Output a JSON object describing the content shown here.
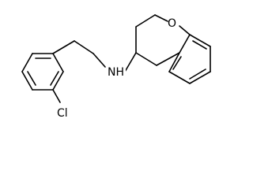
{
  "molecule": {
    "atoms": {
      "nitrogen": "NH",
      "oxygen": "O",
      "chlorine": "Cl"
    }
  },
  "colors": {
    "bond": "#000000",
    "background": "#ffffff"
  }
}
